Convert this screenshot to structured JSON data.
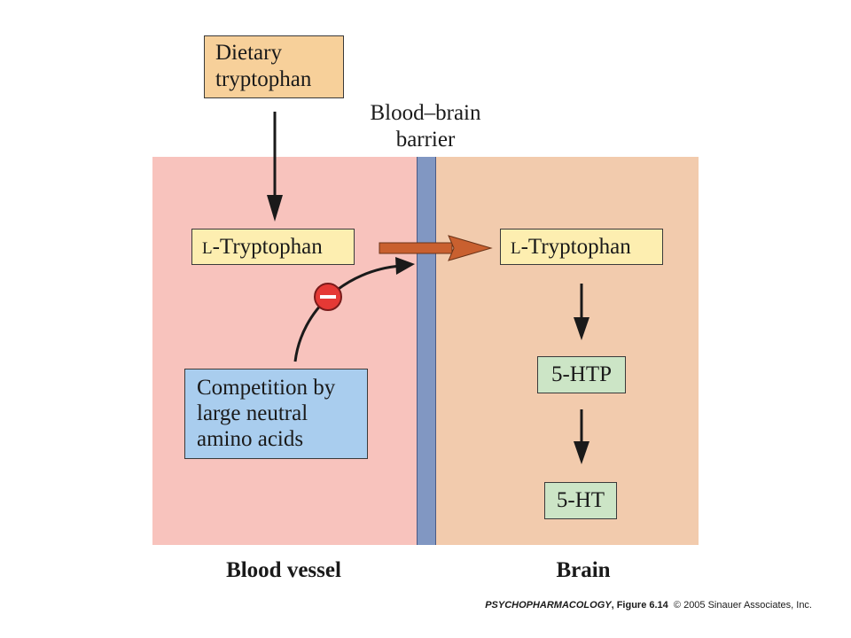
{
  "title": {
    "line1": "Blood–brain",
    "line2": "barrier"
  },
  "nodes": {
    "dietary": {
      "line1": "Dietary",
      "line2": "tryptophan"
    },
    "blood_trp": {
      "prefix": "L",
      "text": "-Tryptophan"
    },
    "brain_trp": {
      "prefix": "L",
      "text": "-Tryptophan"
    },
    "competition": {
      "line1": "Competition by",
      "line2": "large neutral",
      "line3": "amino acids"
    },
    "htp": {
      "text": "5-HTP"
    },
    "ht": {
      "text": "5-HT"
    }
  },
  "inhibitor": {
    "symbol": "–"
  },
  "regions": {
    "blood": "Blood vessel",
    "brain": "Brain"
  },
  "credit": {
    "book": "PSYCHOPHARMACOLOGY",
    "figure": ", Figure 6.14",
    "copyright": "  © 2005 Sinauer Associates, Inc."
  },
  "colors": {
    "blood_region": "#f8c3bd",
    "brain_region": "#f2cbad",
    "barrier": "#8197c2",
    "dietary_box": "#f7d09a",
    "trp_box": "#fdeeb0",
    "competition_box": "#a9cdee",
    "serotonin_box": "#cce5c6",
    "transport_arrow": "#c9602f",
    "inhibitor": "#e53935"
  }
}
